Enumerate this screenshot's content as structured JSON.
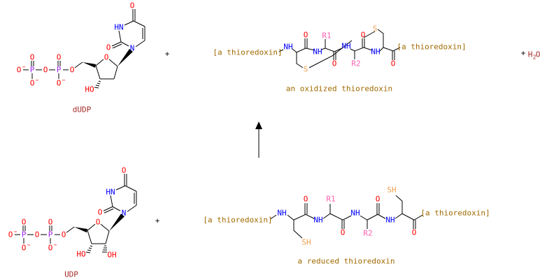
{
  "reaction": {
    "compounds": {
      "dUDP": "dUDP",
      "UDP": "UDP",
      "oxidized_thioredoxin": "an oxidized thioredoxin",
      "reduced_thioredoxin": "a reduced thioredoxin",
      "thioredoxin_group": "[a thioredoxin]",
      "water_H": "H",
      "water_sub": "2",
      "water_O": "O"
    },
    "plus": "+",
    "arrow_direction": "up"
  },
  "atoms": {
    "O": "O",
    "P": "P",
    "HN": "HN",
    "N": "N",
    "HO": "HO",
    "OH": "OH",
    "NH": "NH",
    "S": "S",
    "SH": "SH",
    "R1": "R1",
    "R2": "R2",
    "minus": "−"
  },
  "colors": {
    "oxygen": "#ff0000",
    "nitrogen": "#0000ff",
    "phosphorus": "#a020f0",
    "sulfur": "#f0a050",
    "r_group": "#ff5fb0",
    "thioredoxin": "#a06a00",
    "compound_label": "#a52a2a"
  }
}
